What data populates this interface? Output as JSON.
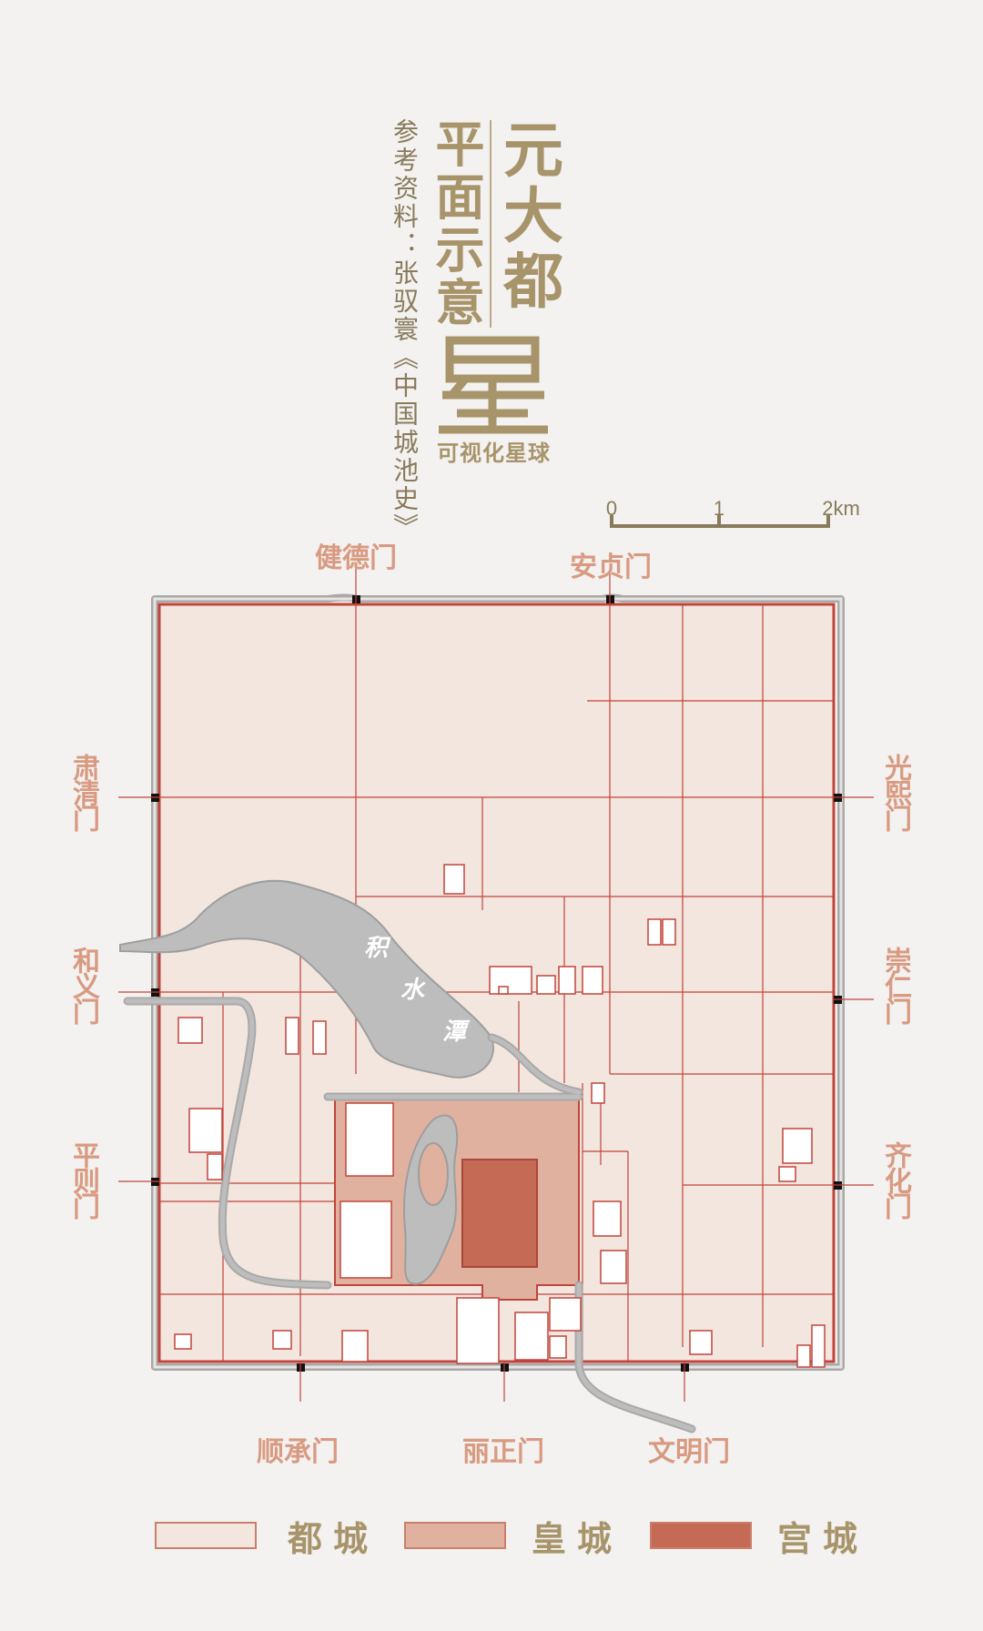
{
  "title": {
    "main": "元大都",
    "sub": "平面示意",
    "reference": "参考资料：张驭寰《中国城池史》"
  },
  "logo": {
    "subtitle": "可视化星球"
  },
  "scale": {
    "labels": [
      "0",
      "1",
      "2km"
    ]
  },
  "water": {
    "label": [
      "积",
      "水",
      "潭"
    ]
  },
  "gates": {
    "north": [
      "健德门",
      "安贞门"
    ],
    "south": [
      "顺承门",
      "丽正门",
      "文明门"
    ],
    "west": [
      "肃清门",
      "和义门",
      "平则门"
    ],
    "east": [
      "光熙门",
      "崇仁门",
      "齐化门"
    ]
  },
  "legend": [
    {
      "label": "都城",
      "color": "#f2e6de"
    },
    {
      "label": "皇城",
      "color": "#e0b19f"
    },
    {
      "label": "宫城",
      "color": "#c56a55"
    }
  ],
  "colors": {
    "wall": "#c1443b",
    "street": "#c1443b",
    "water": "#bdbdbd",
    "outer_wall": "#a9a9a9",
    "accent": "#a8946a"
  }
}
